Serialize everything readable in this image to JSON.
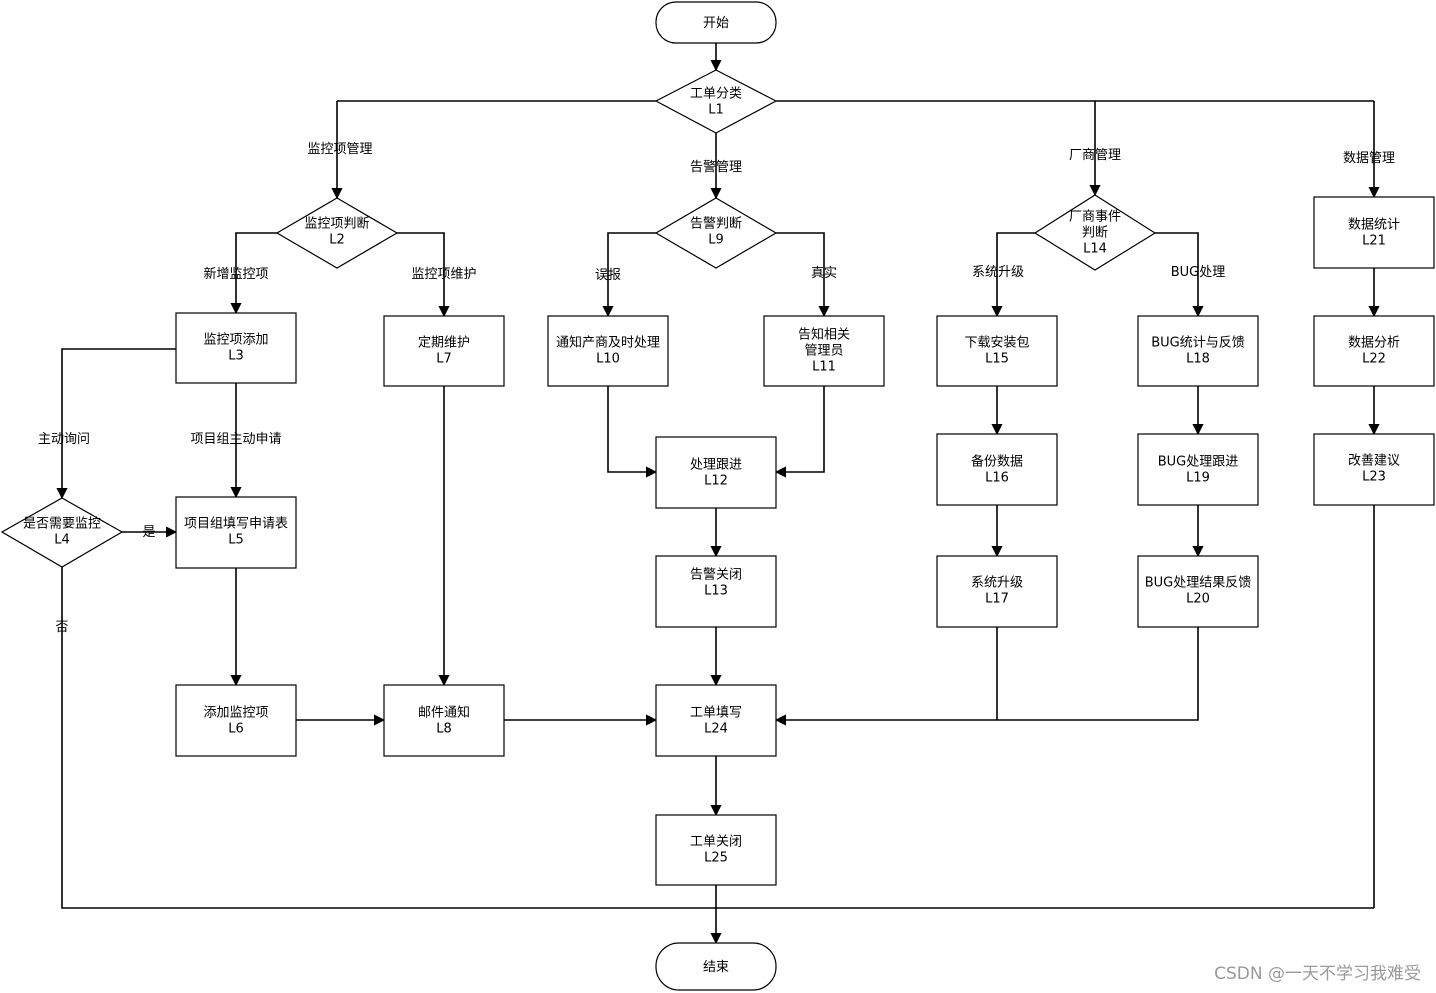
{
  "nodes": {
    "start": {
      "lines": [
        "开始"
      ]
    },
    "L1": {
      "lines": [
        "工单分类",
        "L1"
      ]
    },
    "L2": {
      "lines": [
        "监控项判断",
        "L2"
      ]
    },
    "L3": {
      "lines": [
        "监控项添加",
        "L3"
      ]
    },
    "L4": {
      "lines": [
        "是否需要监控",
        "L4"
      ]
    },
    "L5": {
      "lines": [
        "项目组填写申请表",
        "L5"
      ]
    },
    "L6": {
      "lines": [
        "添加监控项",
        "L6"
      ]
    },
    "L7": {
      "lines": [
        "定期维护",
        "L7"
      ]
    },
    "L8": {
      "lines": [
        "邮件通知",
        "L8"
      ]
    },
    "L9": {
      "lines": [
        "告警判断",
        "L9"
      ]
    },
    "L10": {
      "lines": [
        "通知产商及时处理",
        "L10"
      ]
    },
    "L11": {
      "lines": [
        "告知相关",
        "管理员",
        "L11"
      ]
    },
    "L12": {
      "lines": [
        "处理跟进",
        "L12"
      ]
    },
    "L13": {
      "lines": [
        "告警关闭",
        "L13"
      ]
    },
    "L14": {
      "lines": [
        "厂商事件",
        "判断",
        "L14"
      ]
    },
    "L15": {
      "lines": [
        "下载安装包",
        "L15"
      ]
    },
    "L16": {
      "lines": [
        "备份数据",
        "L16"
      ]
    },
    "L17": {
      "lines": [
        "系统升级",
        "L17"
      ]
    },
    "L18": {
      "lines": [
        "BUG统计与反馈",
        "L18"
      ]
    },
    "L19": {
      "lines": [
        "BUG处理跟进",
        "L19"
      ]
    },
    "L20": {
      "lines": [
        "BUG处理结果反馈",
        "L20"
      ]
    },
    "L21": {
      "lines": [
        "数据统计",
        "L21"
      ]
    },
    "L22": {
      "lines": [
        "数据分析",
        "L22"
      ]
    },
    "L23": {
      "lines": [
        "改善建议",
        "L23"
      ]
    },
    "L24": {
      "lines": [
        "工单填写",
        "L24"
      ]
    },
    "L25": {
      "lines": [
        "工单关闭",
        "L25"
      ]
    },
    "end": {
      "lines": [
        "结束"
      ]
    }
  },
  "edge_labels": {
    "monitor_mgmt": "监控项管理",
    "alarm_mgmt": "告警管理",
    "vendor_mgmt": "厂商管理",
    "data_mgmt": "数据管理",
    "new_monitor": "新增监控项",
    "monitor_maint": "监控项维护",
    "false_alarm": "误报",
    "real_alarm": "真实",
    "sys_upgrade": "系统升级",
    "bug_handle": "BUG处理",
    "active_inquiry": "主动询问",
    "team_apply": "项目组主动申请",
    "yes": "是",
    "no": "否"
  },
  "watermark": "CSDN @一天不学习我难受"
}
